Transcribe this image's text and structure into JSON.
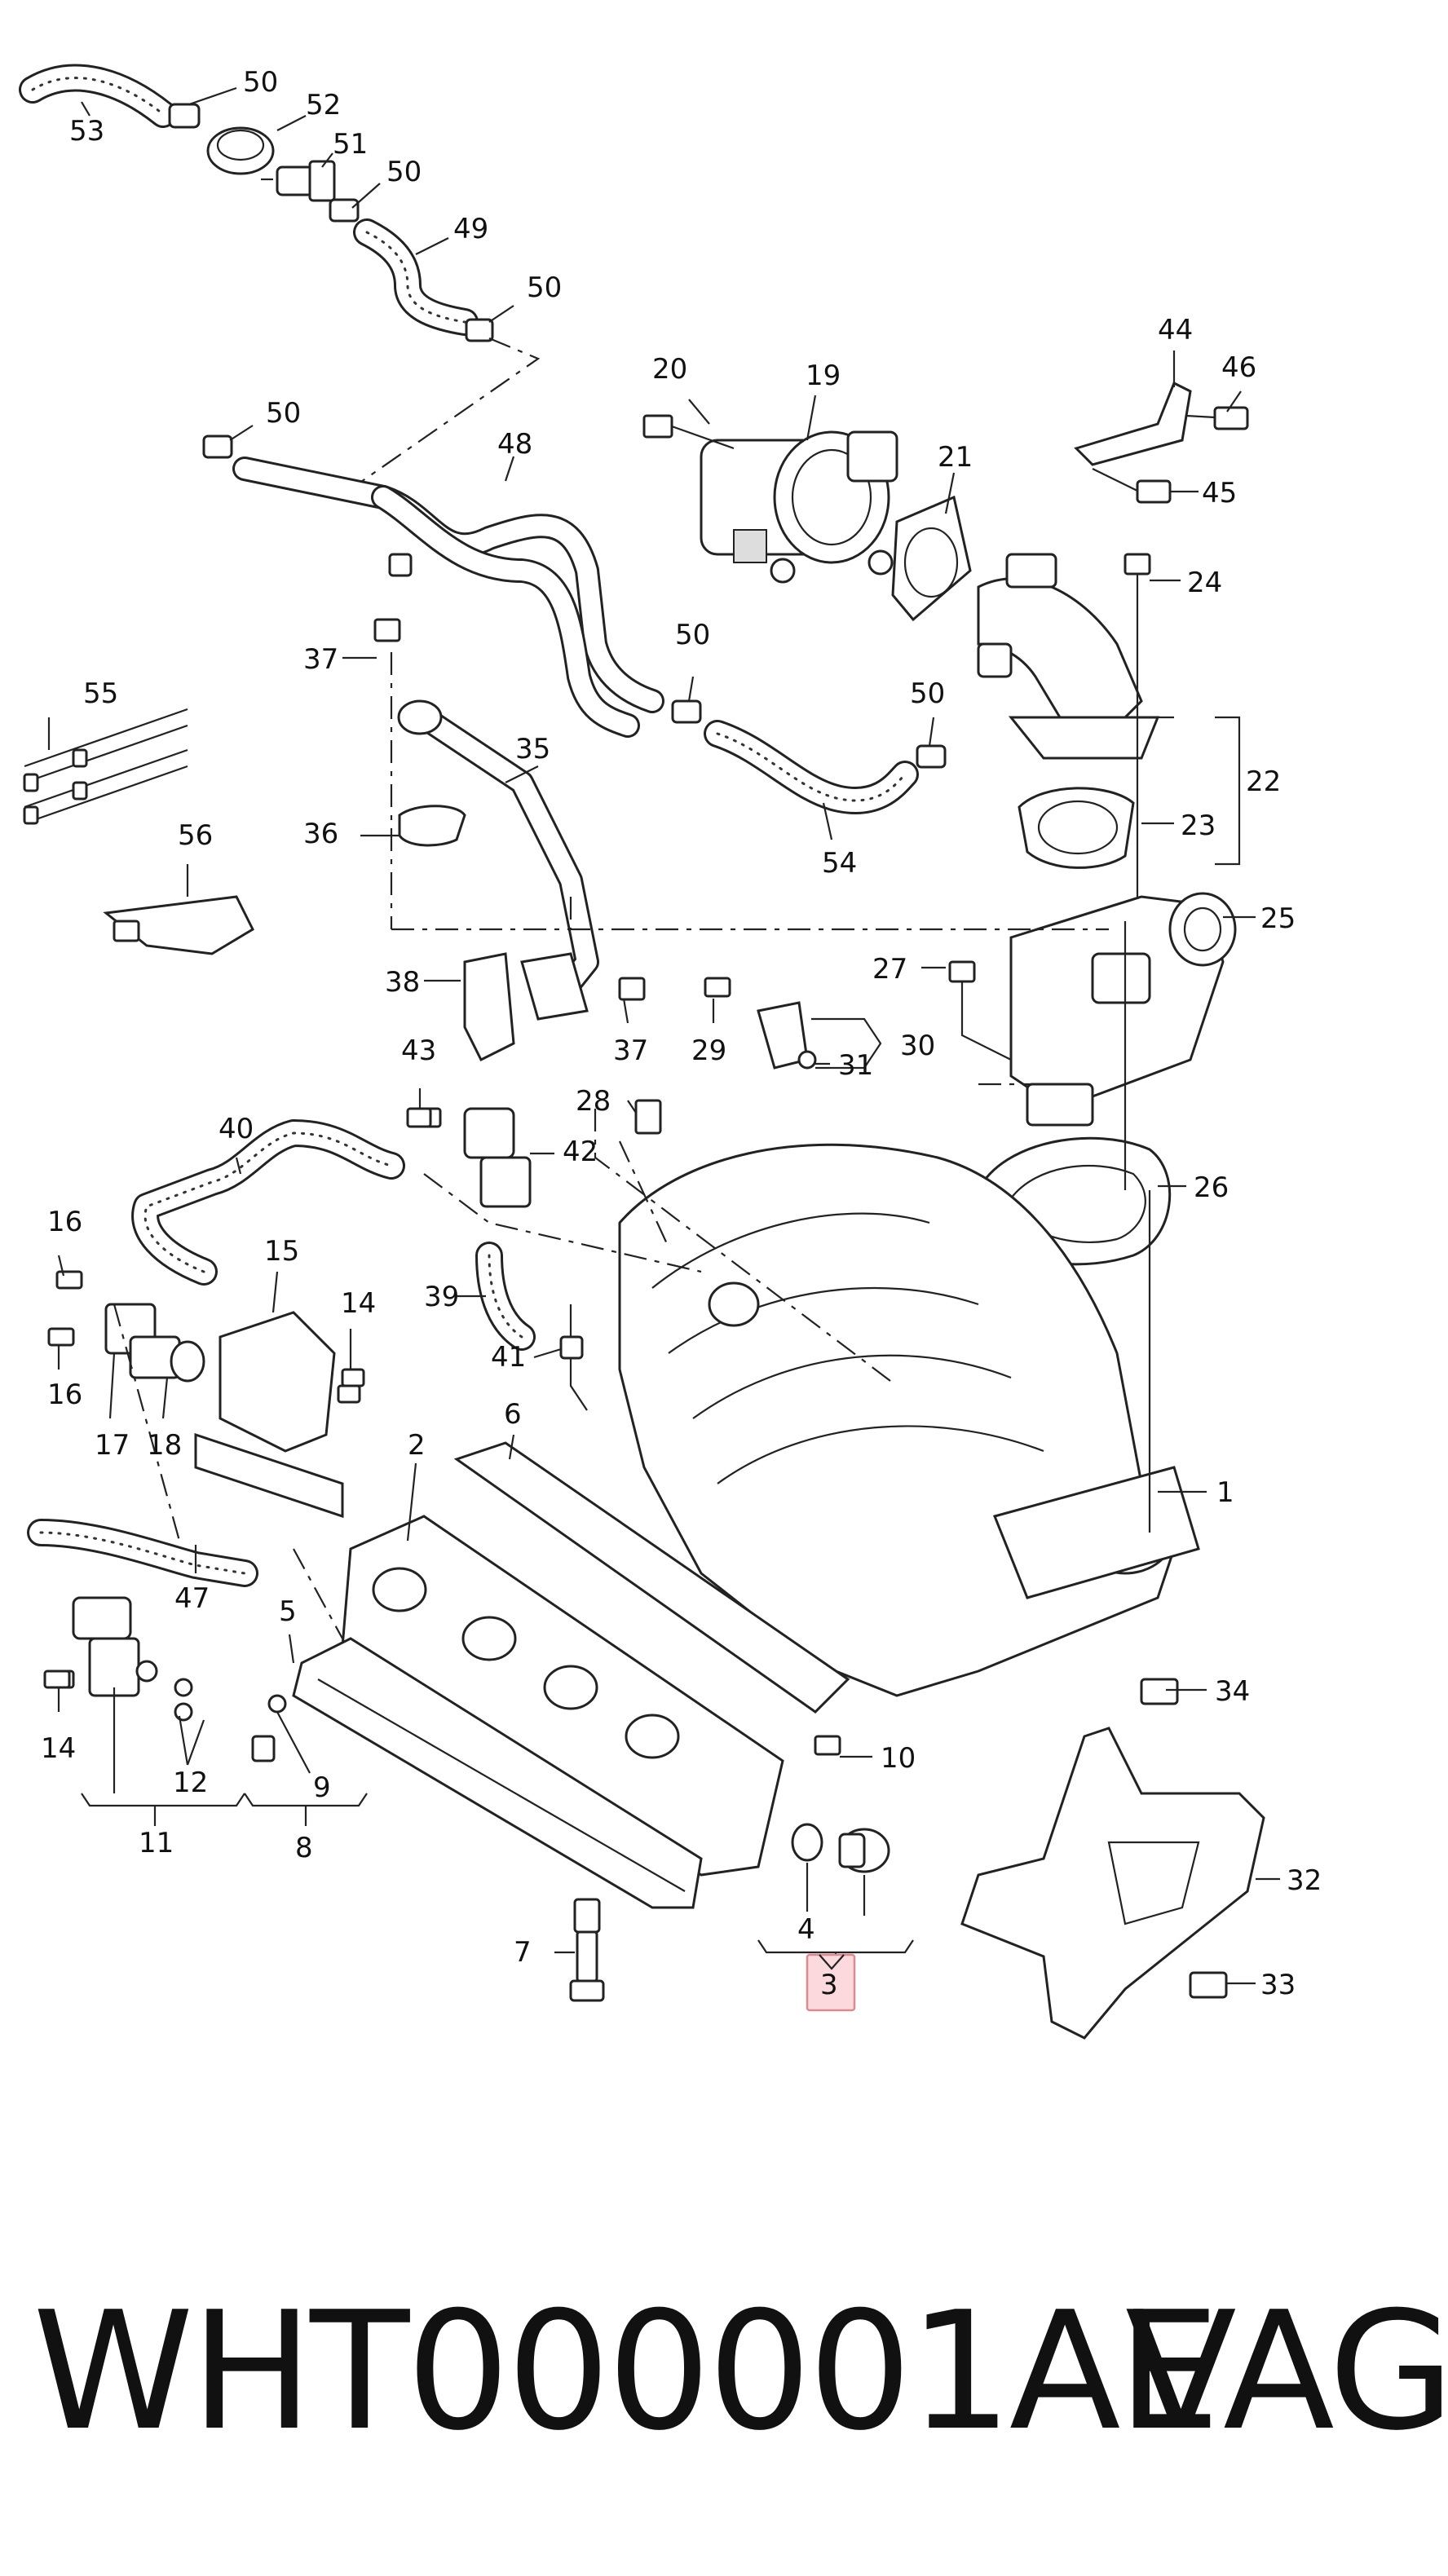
{
  "callouts": [
    {
      "label": "50"
    },
    {
      "label": "52"
    },
    {
      "label": "53"
    },
    {
      "label": "51"
    },
    {
      "label": "50"
    },
    {
      "label": "49"
    },
    {
      "label": "50"
    },
    {
      "label": "50"
    },
    {
      "label": "48"
    },
    {
      "label": "20"
    },
    {
      "label": "19"
    },
    {
      "label": "44"
    },
    {
      "label": "46"
    },
    {
      "label": "21"
    },
    {
      "label": "45"
    },
    {
      "label": "24"
    },
    {
      "label": "37"
    },
    {
      "label": "50"
    },
    {
      "label": "50"
    },
    {
      "label": "55"
    },
    {
      "label": "35"
    },
    {
      "label": "22"
    },
    {
      "label": "36"
    },
    {
      "label": "54"
    },
    {
      "label": "23"
    },
    {
      "label": "56"
    },
    {
      "label": "25"
    },
    {
      "label": "27"
    },
    {
      "label": "38"
    },
    {
      "label": "29"
    },
    {
      "label": "30"
    },
    {
      "label": "31"
    },
    {
      "label": "37"
    },
    {
      "label": "43"
    },
    {
      "label": "28"
    },
    {
      "label": "40"
    },
    {
      "label": "42"
    },
    {
      "label": "26"
    },
    {
      "label": "16"
    },
    {
      "label": "15"
    },
    {
      "label": "39"
    },
    {
      "label": "14"
    },
    {
      "label": "41"
    },
    {
      "label": "16"
    },
    {
      "label": "17"
    },
    {
      "label": "18"
    },
    {
      "label": "6"
    },
    {
      "label": "2"
    },
    {
      "label": "1"
    },
    {
      "label": "47"
    },
    {
      "label": "5"
    },
    {
      "label": "34"
    },
    {
      "label": "14"
    },
    {
      "label": "12"
    },
    {
      "label": "9"
    },
    {
      "label": "10"
    },
    {
      "label": "11"
    },
    {
      "label": "8"
    },
    {
      "label": "32"
    },
    {
      "label": "4"
    },
    {
      "label": "7"
    },
    {
      "label": "33"
    }
  ],
  "highlighted_callout": {
    "label": "3",
    "color": "#fbd9dc"
  },
  "footer": {
    "part_number": "WHT000001AE",
    "brand": "VAG"
  }
}
